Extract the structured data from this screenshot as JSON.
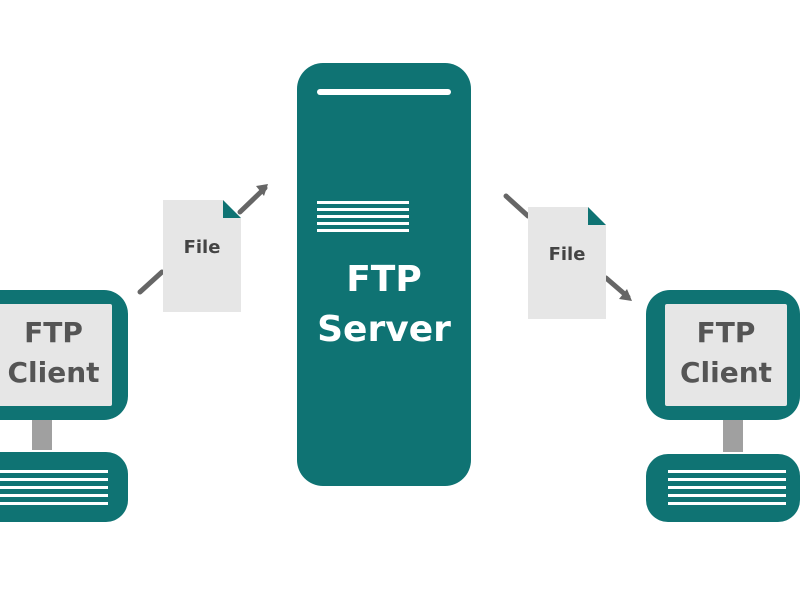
{
  "server": {
    "label_line1": "FTP",
    "label_line2": "Server"
  },
  "clients": [
    {
      "label_line1": "FTP",
      "label_line2": "Client"
    },
    {
      "label_line1": "FTP",
      "label_line2": "Client"
    }
  ],
  "files": [
    {
      "label": "File"
    },
    {
      "label": "File"
    }
  ],
  "colors": {
    "teal": "#0f7373",
    "gray_light": "#e6e6e6",
    "text_gray": "#555555",
    "arrow_gray": "#666666"
  },
  "icons": {
    "server": "server-icon",
    "client": "computer-icon",
    "file": "document-icon",
    "arrow": "arrow-icon"
  }
}
